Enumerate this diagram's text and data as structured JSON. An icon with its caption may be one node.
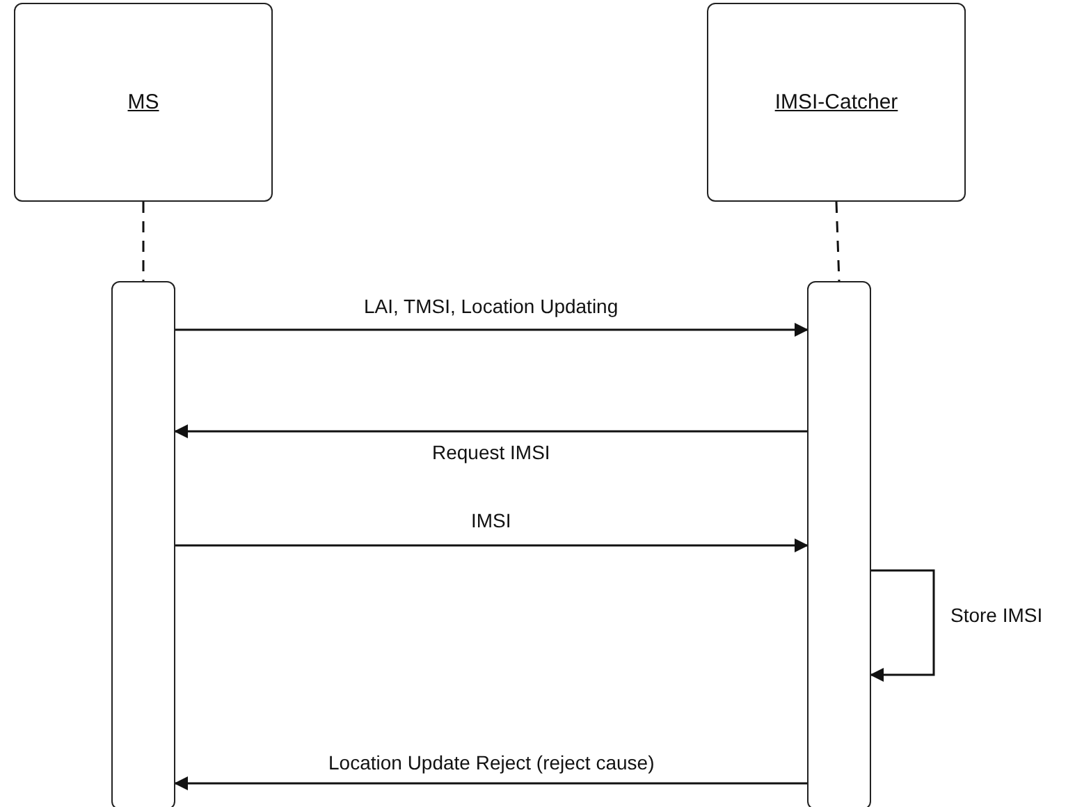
{
  "diagram": {
    "nodes": [
      {
        "text": [
          "MS"
        ]
      },
      {
        "text": [
          "IMSI-Catcher"
        ]
      },
      {
        "text": [],
        "shape": "bar"
      },
      {
        "text": [],
        "shape": "bar"
      }
    ],
    "edges": [
      {
        "from": 0,
        "to": 2,
        "arrow": "none",
        "style": "dashed"
      },
      {
        "from": 1,
        "to": 3,
        "arrow": "none",
        "style": "dashed"
      },
      {
        "from": 2,
        "to": 3,
        "arrow": "to",
        "label": "LAI, TMSI, Location Updating"
      },
      {
        "from": 3,
        "to": 2,
        "arrow": "to",
        "label": "Request IMSI"
      },
      {
        "from": 2,
        "to": 3,
        "arrow": "to",
        "label": "IMSI"
      },
      {
        "from": 3,
        "to": 3,
        "arrow": "to",
        "label": "Store IMSI"
      },
      {
        "from": 3,
        "to": 2,
        "arrow": "to",
        "label": "Location Update Reject (reject cause)"
      }
    ]
  }
}
